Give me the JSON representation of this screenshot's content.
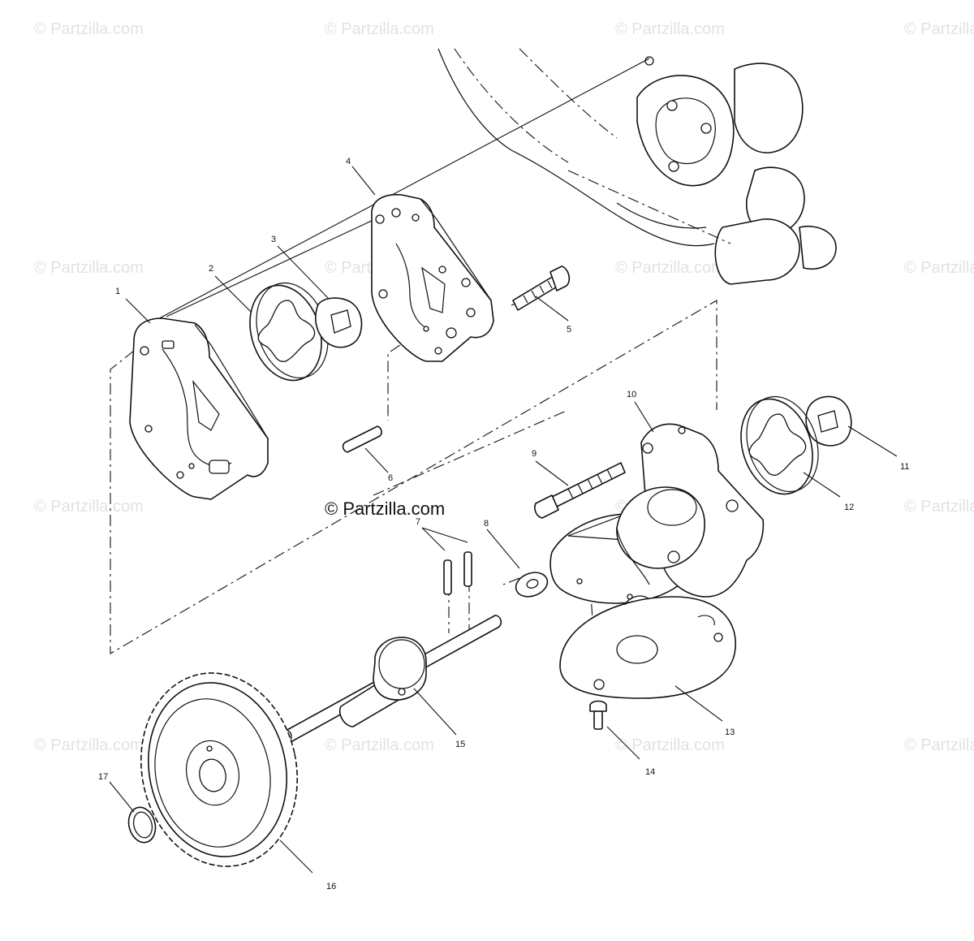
{
  "watermark_text": "© Partzilla.com",
  "copyright": "© Partzilla.com",
  "callouts": [
    "1",
    "2",
    "3",
    "4",
    "5",
    "6",
    "7",
    "8",
    "9",
    "10",
    "11",
    "12",
    "13",
    "14",
    "15",
    "16",
    "17"
  ]
}
